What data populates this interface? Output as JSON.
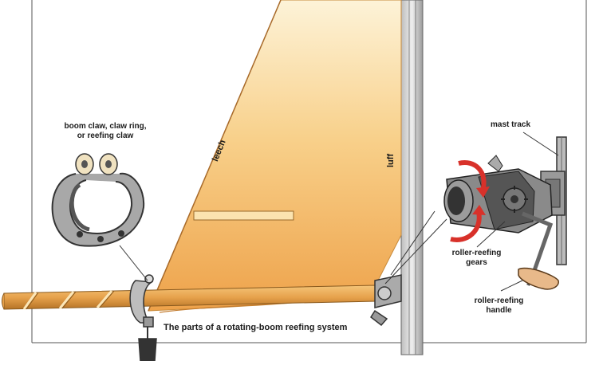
{
  "caption": "The parts of a rotating-boom reefing system",
  "labels": {
    "boom_claw": [
      "boom claw, claw ring,",
      "or reefing claw"
    ],
    "leech": "leech",
    "luff": "luff",
    "mast_track": "mast track",
    "gears": [
      "roller-reefing",
      "gears"
    ],
    "handle": [
      "roller-reefing",
      "handle"
    ]
  },
  "colors": {
    "sail_light": "#fdf3d8",
    "sail_mid": "#f7c873",
    "sail_dark": "#e89a3a",
    "metal": "#9a9a9a",
    "metal_dark": "#4a4a4a",
    "arrow_red": "#d8312a",
    "handle_wood": "#e8b98a",
    "frame": "#555555"
  }
}
